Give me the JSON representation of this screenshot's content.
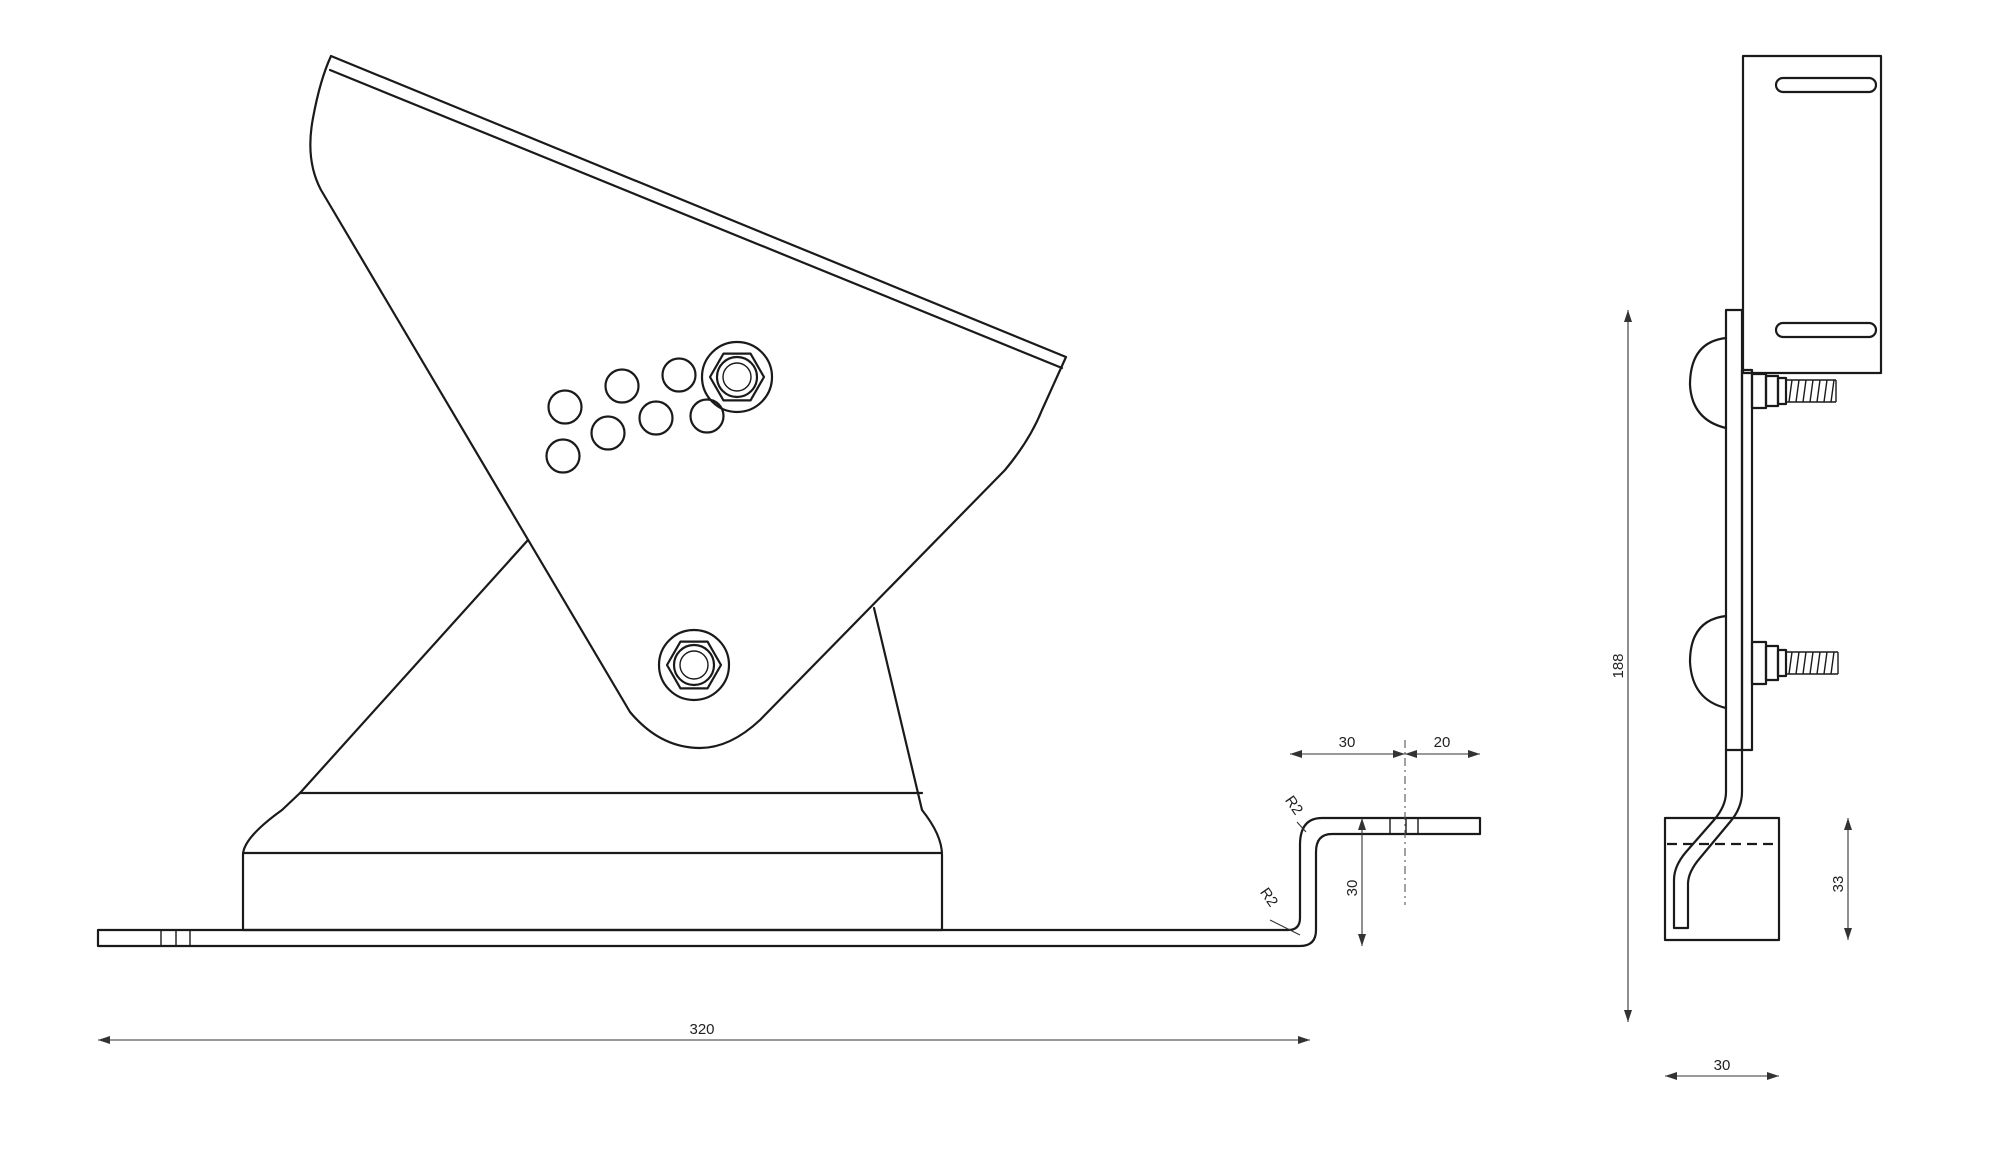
{
  "dimensions": {
    "overall_length": "320",
    "offset_flat": "30",
    "tab_length": "20",
    "step_height": "30",
    "bend_radius_upper": "R2",
    "bend_radius_lower": "R2",
    "side_height": "188",
    "side_width": "30",
    "clamp_height": "33"
  }
}
